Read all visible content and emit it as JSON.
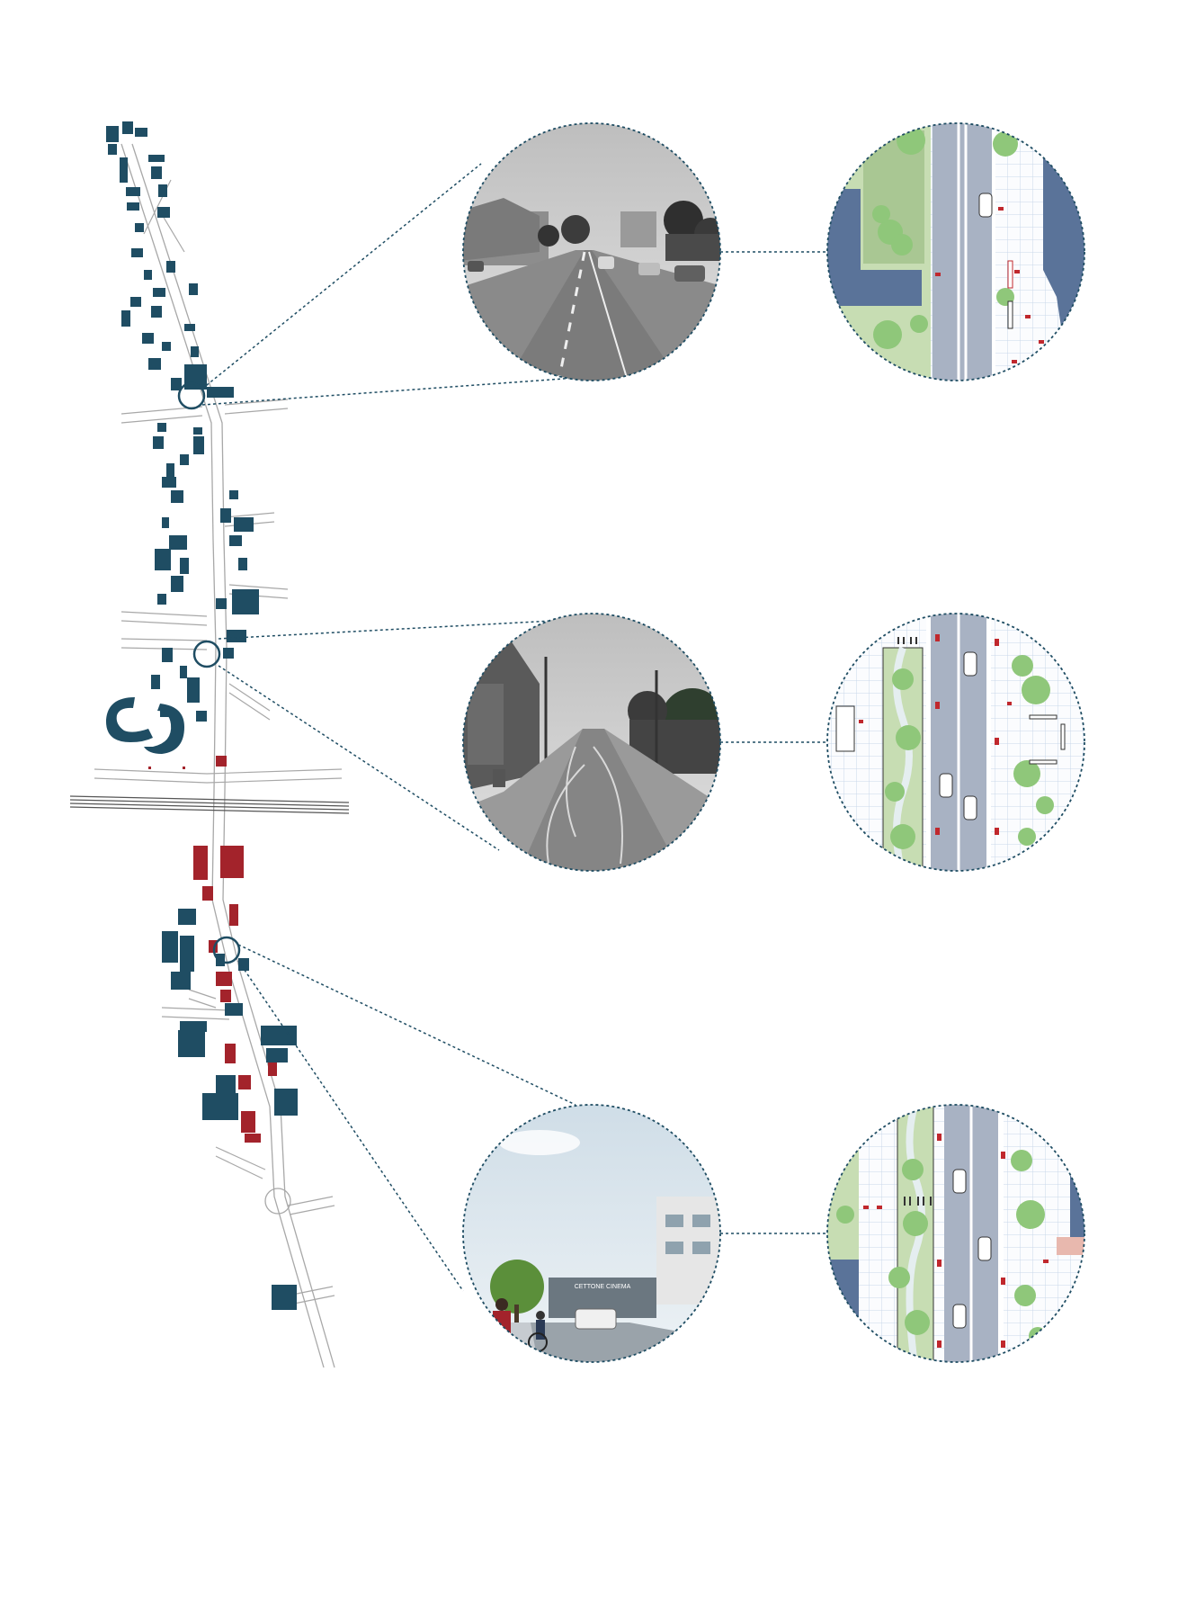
{
  "colors": {
    "existing_building": "#1f4d63",
    "new_building": "#a3232b",
    "road_line": "#9a9a9a",
    "connector": "#1f4d63",
    "plan_grid": "#c9d7ea",
    "plan_road": "#a8b2c3",
    "plan_green": "#bcd6a0",
    "plan_block": "#5a7399",
    "tree": "#8fc77a",
    "car_red": "#c0282d",
    "sky": "#dfe8ee",
    "street_photo_gray": "#8a8a8a"
  },
  "sheet": {
    "map": {
      "name": "street-axis-site-plan",
      "markers": [
        "marker-1",
        "marker-2",
        "marker-3"
      ]
    },
    "rows": [
      {
        "id": "row-1",
        "photo": "photo-existing-street-north",
        "plan": "plan-section-north"
      },
      {
        "id": "row-2",
        "photo": "photo-existing-street-middle",
        "plan": "plan-section-middle"
      },
      {
        "id": "row-3",
        "photo": "render-proposed-street-south",
        "plan": "plan-section-south"
      }
    ],
    "render_shop_sign": "CETTONE CINEMA"
  }
}
